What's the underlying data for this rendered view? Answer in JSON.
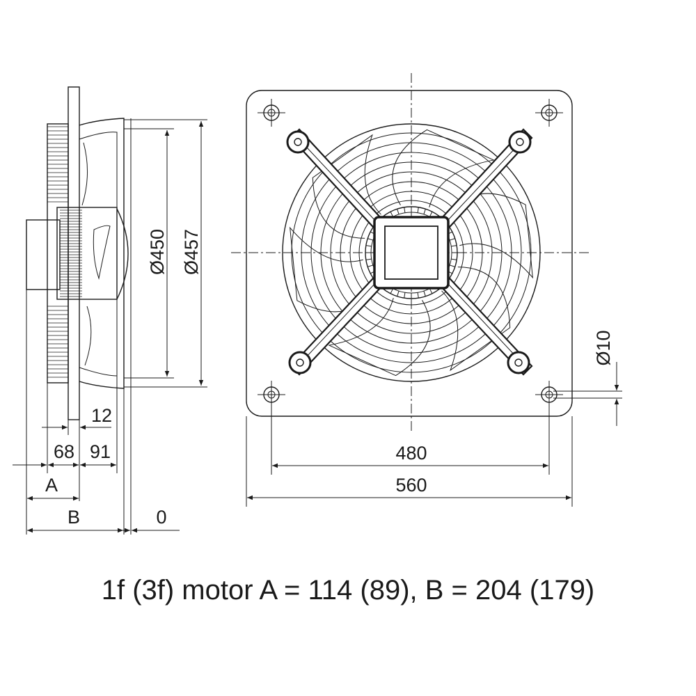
{
  "dimensions": {
    "d450": "Ø450",
    "d457": "Ø457",
    "d10": "Ø10",
    "w480": "480",
    "w560": "560",
    "t12": "12",
    "t68": "68",
    "t91": "91",
    "a": "A",
    "b": "B",
    "zero": "0"
  },
  "caption": "1f (3f) motor A = 114 (89), B = 204 (179)"
}
